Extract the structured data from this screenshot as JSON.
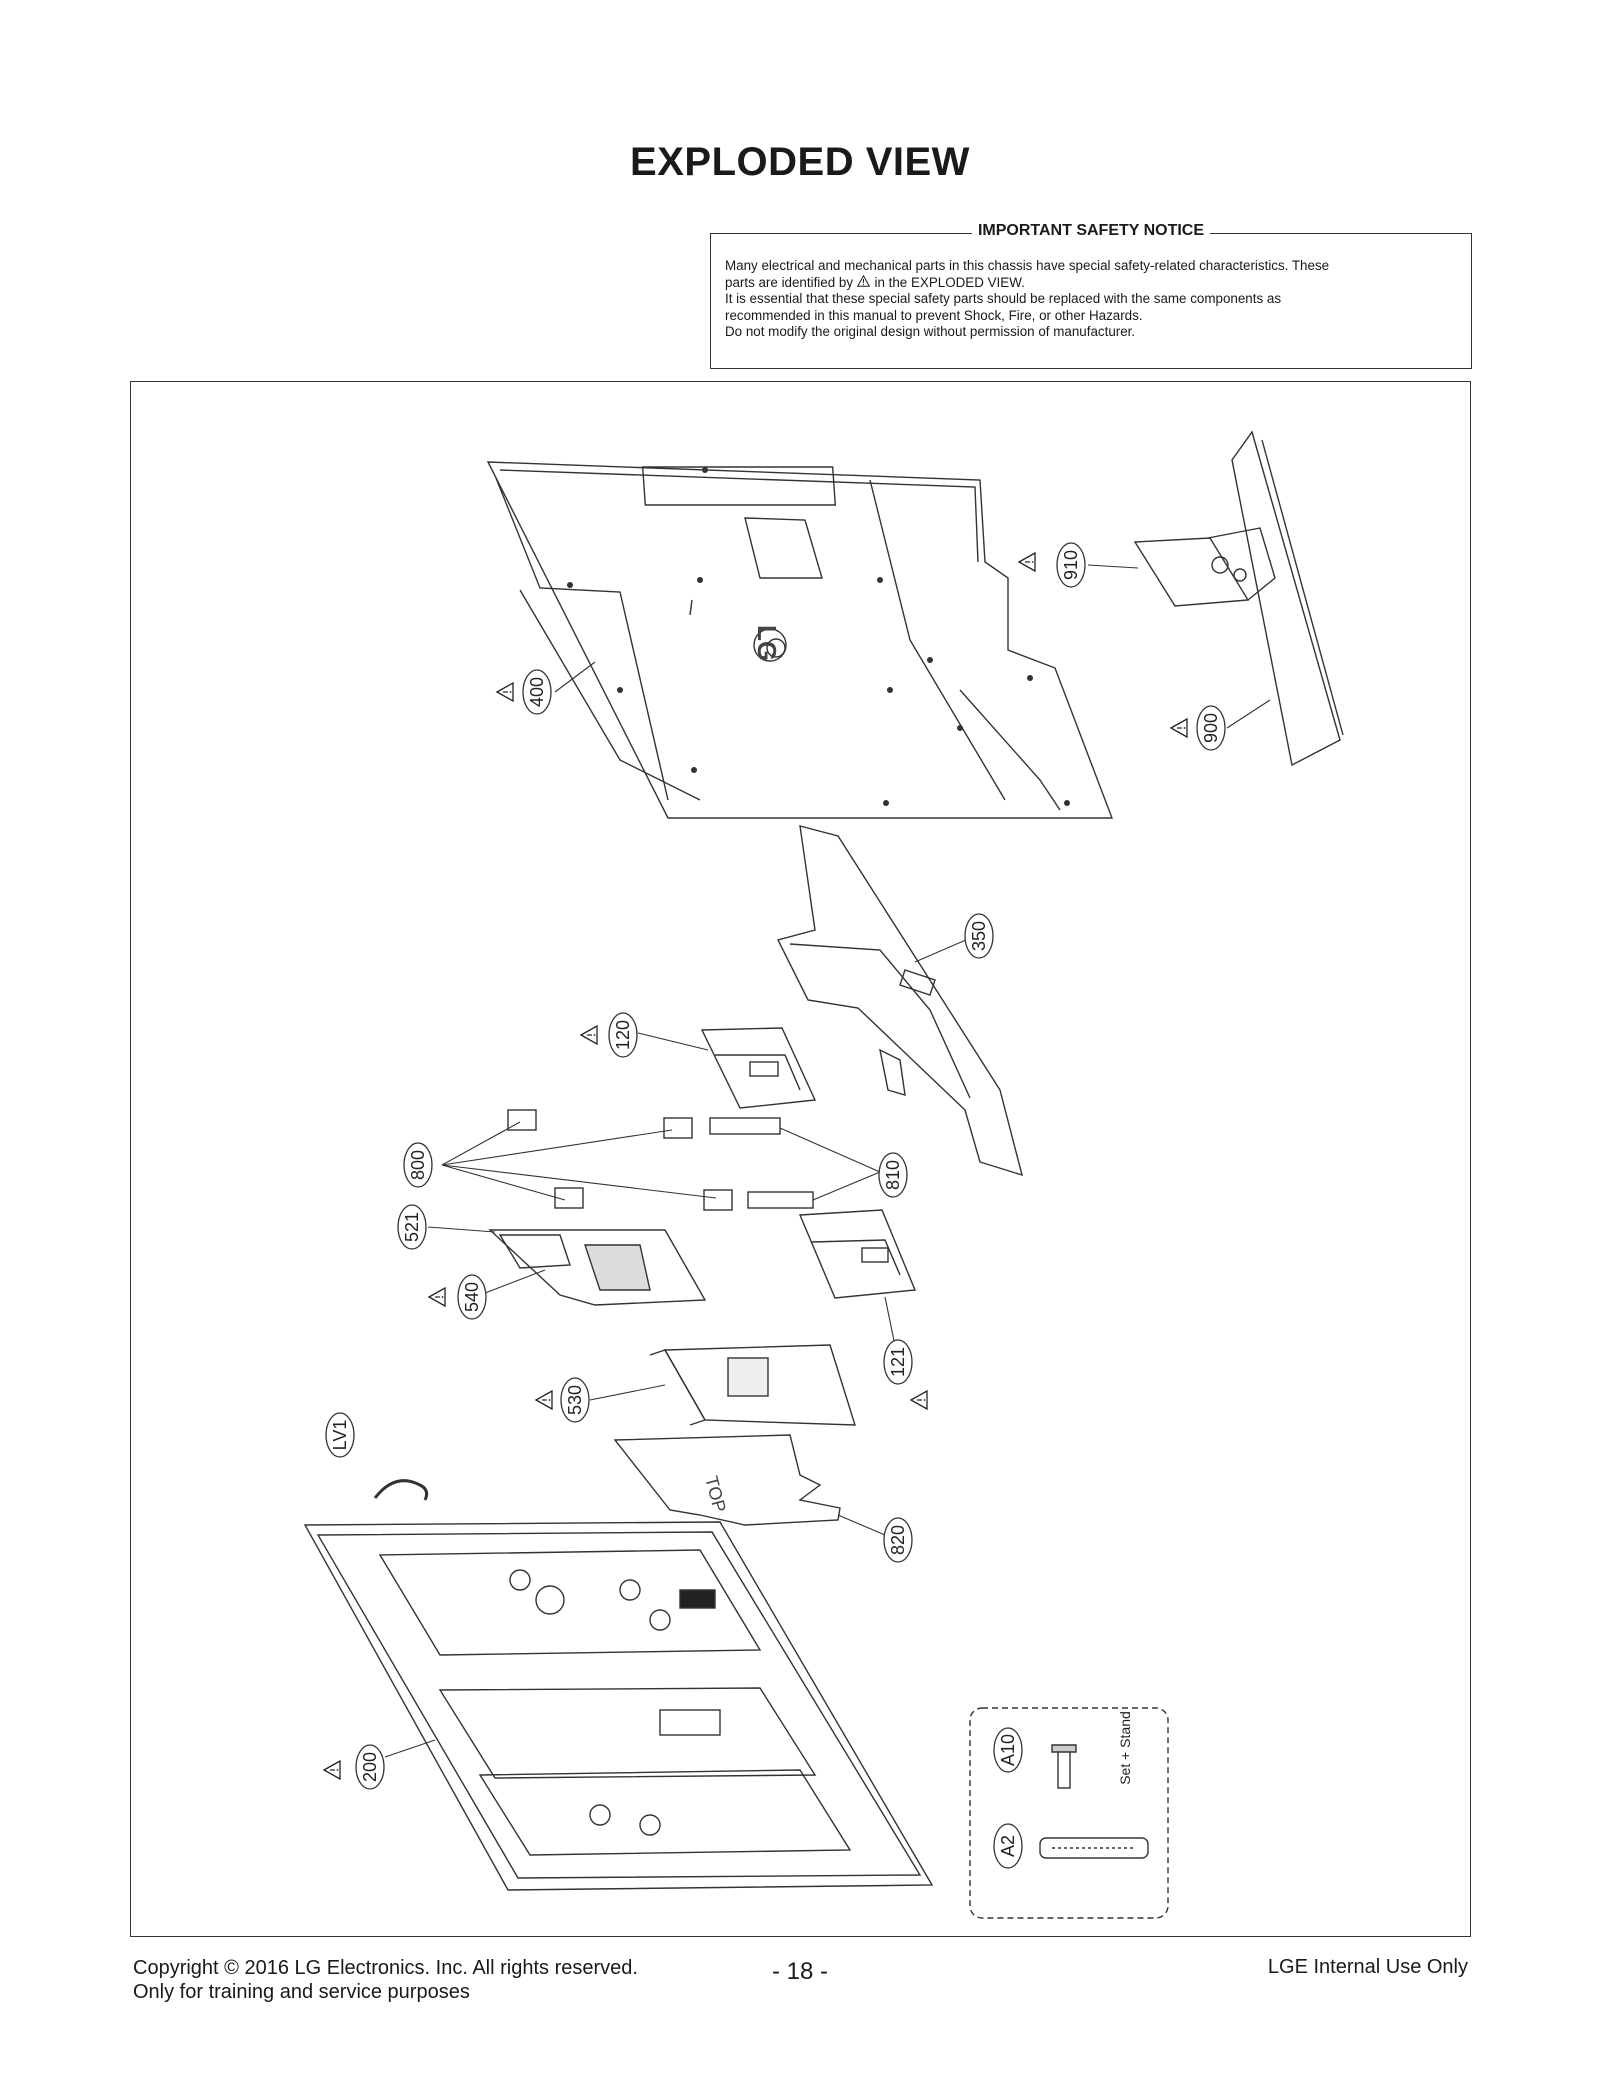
{
  "title": "EXPLODED VIEW",
  "notice": {
    "heading": "IMPORTANT SAFETY NOTICE",
    "line1": "Many electrical and mechanical parts in this chassis have special safety-related characteristics. These",
    "line2a": "parts are identified by",
    "line2b": "in the EXPLODED VIEW.",
    "line3": "It is essential that these special safety parts should be replaced with the same components as",
    "line4": "recommended in this manual to prevent Shock, Fire, or other Hazards.",
    "line5": "Do not modify the original design without permission of manufacturer."
  },
  "parts": {
    "p400": "400",
    "p910": "910",
    "p900": "900",
    "p350": "350",
    "p120": "120",
    "p800": "800",
    "p810": "810",
    "p521": "521",
    "p540": "540",
    "p121": "121",
    "p530": "530",
    "pLV1": "LV1",
    "p820": "820",
    "p200": "200",
    "pA10": "A10",
    "pA2": "A2"
  },
  "accessory_caption": "Set + Stand",
  "back_cover_logo": "LG",
  "guide_text": "TOP",
  "footer": {
    "copyright": "Copyright  © 2016  LG Electronics. Inc. All rights reserved.",
    "purpose": "Only for training and service purposes",
    "page": "- 18 -",
    "internal": "LGE Internal Use Only"
  }
}
